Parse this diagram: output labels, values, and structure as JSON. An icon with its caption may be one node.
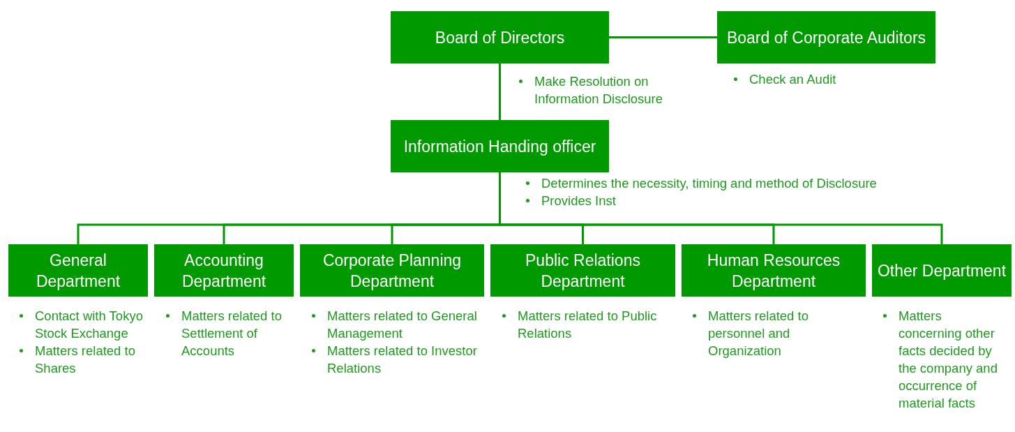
{
  "diagram": {
    "nodes": [
      {
        "text": [
          "Board of Directors"
        ],
        "beside": [
          "Make Resolution on Information Disclosure"
        ]
      },
      {
        "text": [
          "Board of Corporate Auditors"
        ],
        "beside": [
          "Check an Audit"
        ]
      },
      {
        "text": [
          "Information Handing officer"
        ],
        "beside": [
          "Determines the necessity, timing and method of Disclosure",
          "Provides Inst"
        ]
      },
      {
        "text": [
          "General Department"
        ],
        "beside": [
          "Contact with Tokyo Stock Exchange",
          "Matters related to Shares"
        ]
      },
      {
        "text": [
          "Accounting Department"
        ],
        "beside": [
          "Matters related to Settlement of Accounts"
        ]
      },
      {
        "text": [
          "Corporate Planning Department"
        ],
        "beside": [
          "Matters related to General Management",
          "Matters related to Investor Relations"
        ]
      },
      {
        "text": [
          "Public Relations Department"
        ],
        "beside": [
          "Matters related to Public Relations"
        ]
      },
      {
        "text": [
          "Human Resources Department"
        ],
        "beside": [
          "Matters related to personnel and Organization"
        ]
      },
      {
        "text": [
          "Other Department"
        ],
        "beside": [
          "Matters concerning other facts decided by the company and occurrence of material facts"
        ]
      }
    ],
    "edges": [
      {
        "from": 0,
        "to": 1,
        "arrow": "none"
      },
      {
        "from": 0,
        "to": 2,
        "arrow": "none"
      },
      {
        "from": 2,
        "to": 3,
        "arrow": "none"
      },
      {
        "from": 2,
        "to": 4,
        "arrow": "none"
      },
      {
        "from": 2,
        "to": 5,
        "arrow": "none"
      },
      {
        "from": 2,
        "to": 6,
        "arrow": "none"
      },
      {
        "from": 2,
        "to": 7,
        "arrow": "none"
      },
      {
        "from": 2,
        "to": 8,
        "arrow": "none"
      }
    ]
  }
}
